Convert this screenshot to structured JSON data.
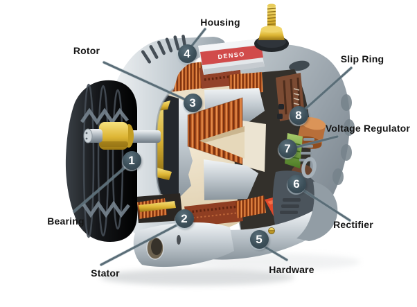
{
  "diagram": {
    "type": "labeled-cutaway-diagram",
    "subject": "Alternator",
    "brand_label": "DENSO",
    "callouts": [
      {
        "number": "1",
        "label": "Bearing"
      },
      {
        "number": "2",
        "label": "Stator"
      },
      {
        "number": "3",
        "label": "Rotor"
      },
      {
        "number": "4",
        "label": "Housing"
      },
      {
        "number": "5",
        "label": "Hardware"
      },
      {
        "number": "6",
        "label": "Rectifier"
      },
      {
        "number": "7",
        "label": "Voltage Regulator"
      },
      {
        "number": "8",
        "label": "Slip Ring"
      }
    ],
    "colors": {
      "background": "#ffffff",
      "callout_circle": "#3c4f59",
      "callout_number": "#ffffff",
      "label_text": "#141414",
      "leader_line": "#5a6d77",
      "copper_winding": "#b5551f",
      "housing_silver": "#c3cbd1",
      "pulley_black": "#15171a",
      "brand_plate_red": "#d14b4b",
      "gold_hardware": "#ddb534",
      "regulator_green": "#4b7a24"
    }
  }
}
